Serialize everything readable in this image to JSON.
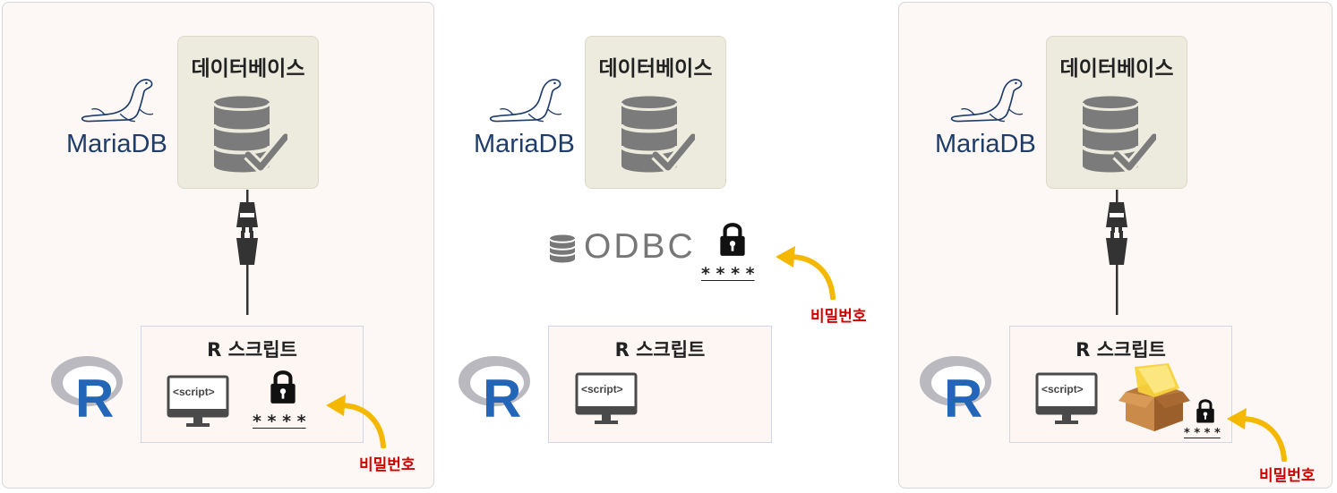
{
  "panels": [
    {
      "db_title": "데이터베이스",
      "mariadb_label": "MariaDB",
      "script_title": "R 스크립트",
      "script_tag": "<script>",
      "stars": "* * * *",
      "password_label": "비밀번호"
    },
    {
      "db_title": "데이터베이스",
      "mariadb_label": "MariaDB",
      "odbc_label": "ODBC",
      "script_title": "R 스크립트",
      "script_tag": "<script>",
      "stars": "* * * *",
      "password_label": "비밀번호"
    },
    {
      "db_title": "데이터베이스",
      "mariadb_label": "MariaDB",
      "script_title": "R 스크립트",
      "script_tag": "<script>",
      "stars": "* * * *",
      "password_label": "비밀번호"
    }
  ],
  "icons": [
    "mariadb-seal-icon",
    "database-check-icon",
    "plug-connector-icon",
    "r-logo-icon",
    "monitor-icon",
    "padlock-icon",
    "curved-arrow-icon",
    "odbc-database-icon",
    "package-box-icon"
  ],
  "colors": {
    "password_red": "#d10000",
    "arrow_yellow": "#f5b800",
    "mariadb_blue": "#1f3d6b",
    "r_blue": "#2366b8",
    "db_gray": "#7b7b7b"
  }
}
